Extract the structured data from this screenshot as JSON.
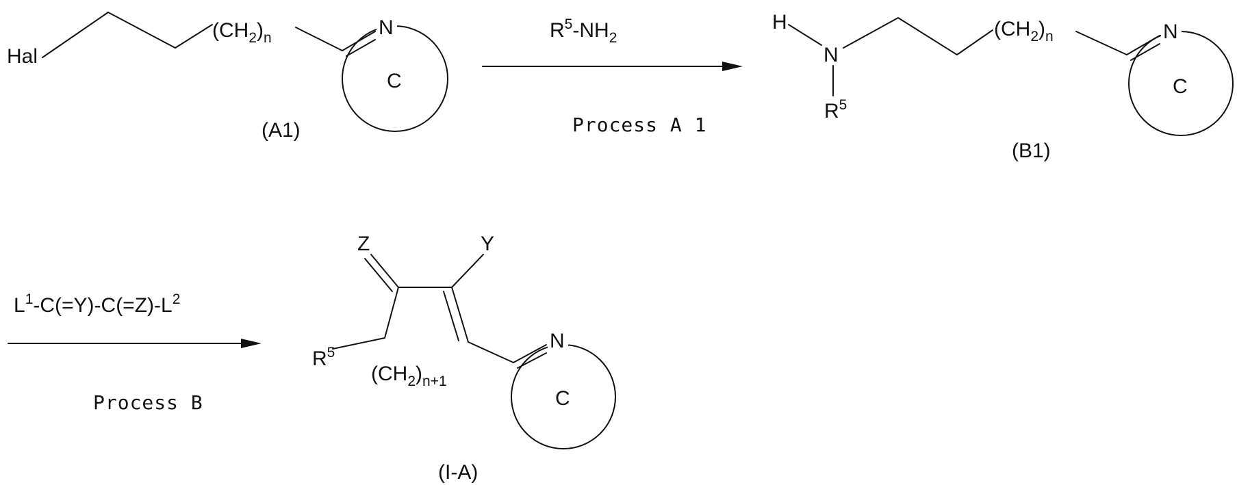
{
  "scheme": {
    "a1": {
      "hal": "Hal",
      "ch2": "(CH",
      "ch2_sub": "2",
      "ch2_close": ")",
      "n": "n",
      "ring_n": "N",
      "ring_c": "C",
      "label": "(A1)"
    },
    "step1": {
      "reagent_r": "R",
      "reagent_r_sup": "5",
      "reagent_rest": "-NH",
      "reagent_sub": "2",
      "process": "Process  A 1"
    },
    "b1": {
      "h": "H",
      "n": "N",
      "r": "R",
      "r_sup": "5",
      "ch2": "(CH",
      "ch2_sub": "2",
      "ch2_close": ")",
      "n_sub": "n",
      "ring_n": "N",
      "ring_c": "C",
      "label": "(B1)"
    },
    "step2": {
      "reagent_l1": "L",
      "reagent_l1_sup": "1",
      "reagent_mid": "-C(=Y)-C(=Z)-L",
      "reagent_l2_sup": "2",
      "process": "Process  B"
    },
    "ia": {
      "z": "Z",
      "y": "Y",
      "r": "R",
      "r_sup": "5",
      "ch2": "(CH",
      "ch2_sub": "2",
      "ch2_close": ")",
      "n_sub": "n+1",
      "ring_n": "N",
      "ring_c": "C",
      "label": "(I-A)"
    }
  }
}
